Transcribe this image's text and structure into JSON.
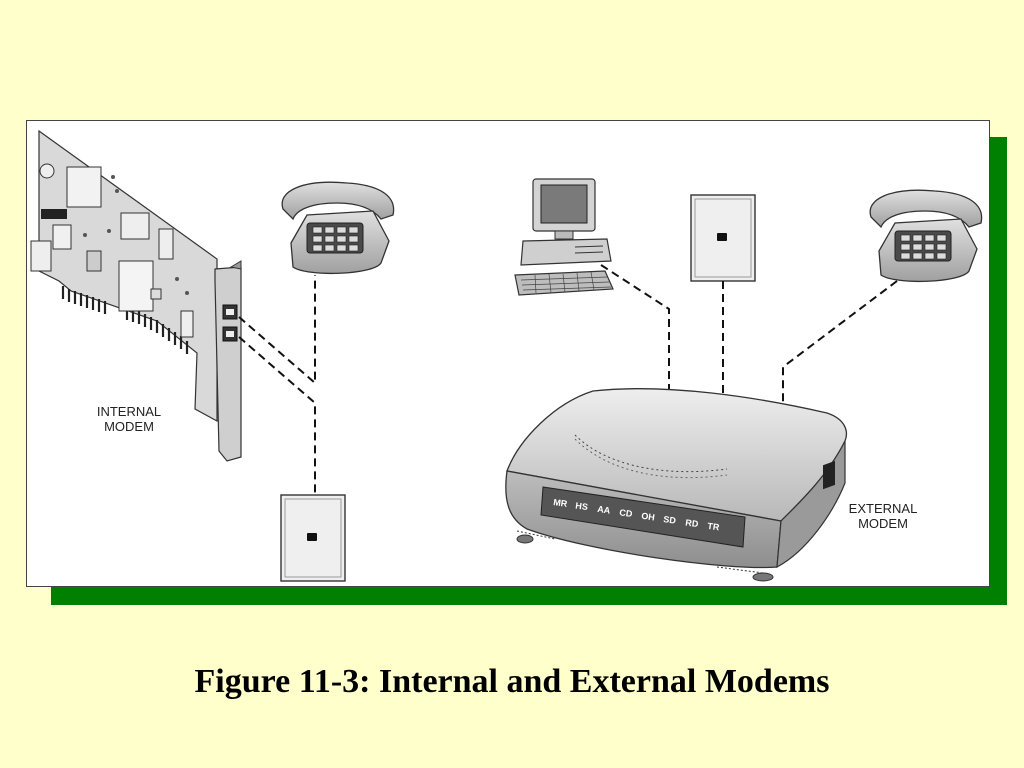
{
  "caption": "Figure 11-3: Internal and External Modems",
  "labels": {
    "internal_modem": [
      "INTERNAL",
      "MODEM"
    ],
    "external_modem": [
      "EXTERNAL",
      "MODEM"
    ]
  },
  "modem_leds": [
    "MR",
    "HS",
    "AA",
    "CD",
    "OH",
    "SD",
    "RD",
    "TR"
  ],
  "colors": {
    "background": "#ffffcc",
    "panel_shadow": "#008000",
    "panel": "#ffffff"
  },
  "icons": [
    "modem-card-icon",
    "telephone-icon",
    "wall-jack-icon",
    "computer-icon",
    "external-modem-icon"
  ]
}
